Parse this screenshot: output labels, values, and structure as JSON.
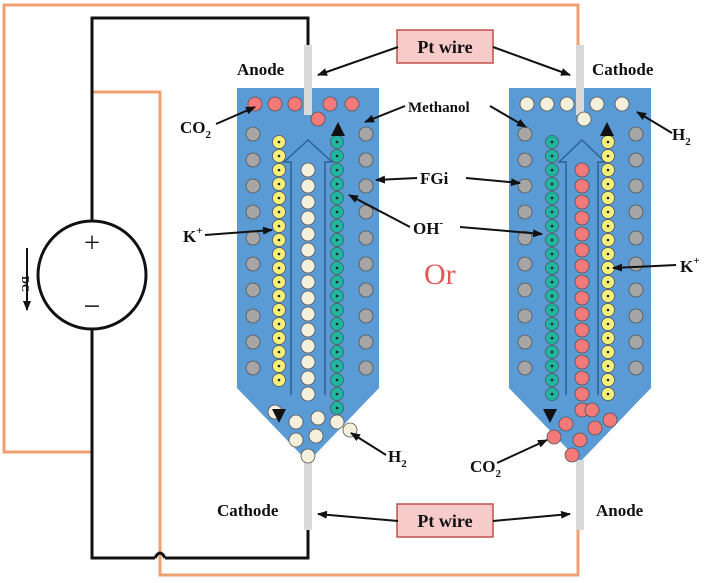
{
  "labels": {
    "pt_wire_top": "Pt wire",
    "pt_wire_bottom": "Pt wire",
    "left_top_electrode": "Anode",
    "left_bottom_electrode": "Cathode",
    "right_top_electrode": "Cathode",
    "right_bottom_electrode": "Anode",
    "co2_left": "CO",
    "co2_left_sub": "2",
    "co2_right": "CO",
    "co2_right_sub": "2",
    "h2_left": "H",
    "h2_left_sub": "2",
    "h2_right": "H",
    "h2_right_sub": "2",
    "methanol": "Methanol",
    "fgi": "FGi",
    "oh": "OH",
    "oh_sup": "-",
    "k_left": "K",
    "k_left_sup": "+",
    "k_right": "K",
    "k_right_sup": "+",
    "or": "Or",
    "dc": "DC",
    "plus": "+",
    "minus": "−"
  },
  "colors": {
    "cell_fill": "#5b9bd5",
    "wire_orange": "#f0a070",
    "wire_black": "#111111",
    "pt_box_fill": "#f8cbcb",
    "pt_box_stroke": "#c0504d",
    "co2_particle": "#f47a7a",
    "h2_particle": "#f5f0dc",
    "fgi_particle": "#a6a6a6",
    "k_particle": "#f5f07a",
    "oh_particle": "#1fb5a0",
    "or_text": "#e05a5a",
    "electrode": "#d9d9d9"
  }
}
